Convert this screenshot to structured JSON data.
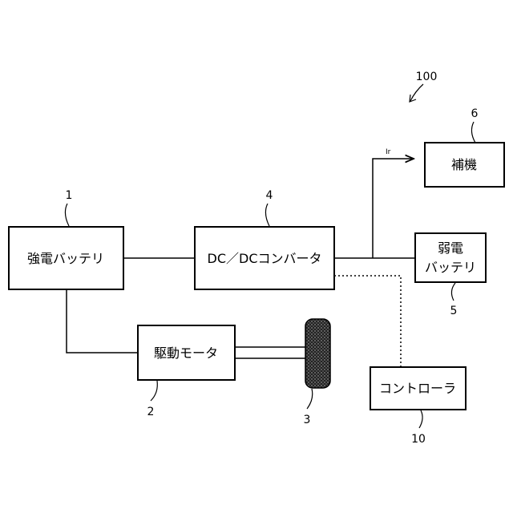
{
  "diagram": {
    "system_ref": "100",
    "blocks": {
      "high_voltage_battery": {
        "label": "強電バッテリ",
        "ref": "1"
      },
      "drive_motor": {
        "label": "駆動モータ",
        "ref": "2"
      },
      "wheel": {
        "ref": "3"
      },
      "dc_dc_converter": {
        "label": "DC／DCコンバータ",
        "ref": "4"
      },
      "low_voltage_battery": {
        "label_line1": "弱電",
        "label_line2": "バッテリ",
        "ref": "5"
      },
      "auxiliary": {
        "label": "補機",
        "ref": "6"
      },
      "controller": {
        "label": "コントローラ",
        "ref": "10"
      }
    },
    "current_label": "Ir"
  }
}
